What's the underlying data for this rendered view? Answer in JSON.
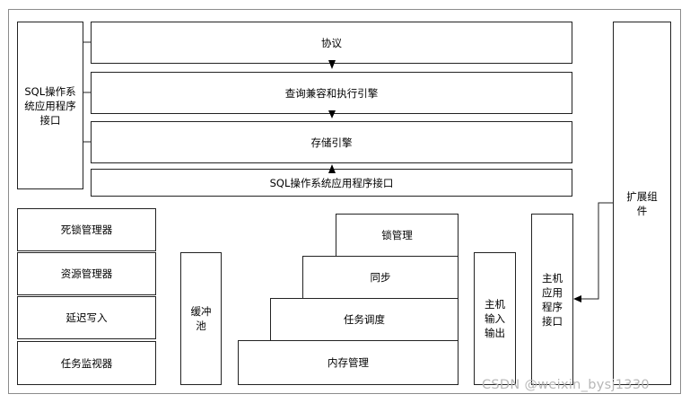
{
  "diagram": {
    "sql_api_left": "SQL操作系统应用程序接口",
    "protocol": "协议",
    "query_engine": "查询兼容和执行引擎",
    "storage_engine": "存储引擎",
    "sql_api_bottom": "SQL操作系统应用程序接口",
    "extension": "扩展组件",
    "deadlock_manager": "死锁管理器",
    "resource_manager": "资源管理器",
    "lazy_write": "延迟写入",
    "task_monitor": "任务监视器",
    "buffer_pool": "缓冲池",
    "lock_management": "锁管理",
    "synchronization": "同步",
    "task_scheduling": "任务调度",
    "memory_management": "内存管理",
    "host_io": "主机输入输出",
    "host_api": "主机应用程序接口"
  },
  "watermark": "CSDN @weixin_bysj1330"
}
